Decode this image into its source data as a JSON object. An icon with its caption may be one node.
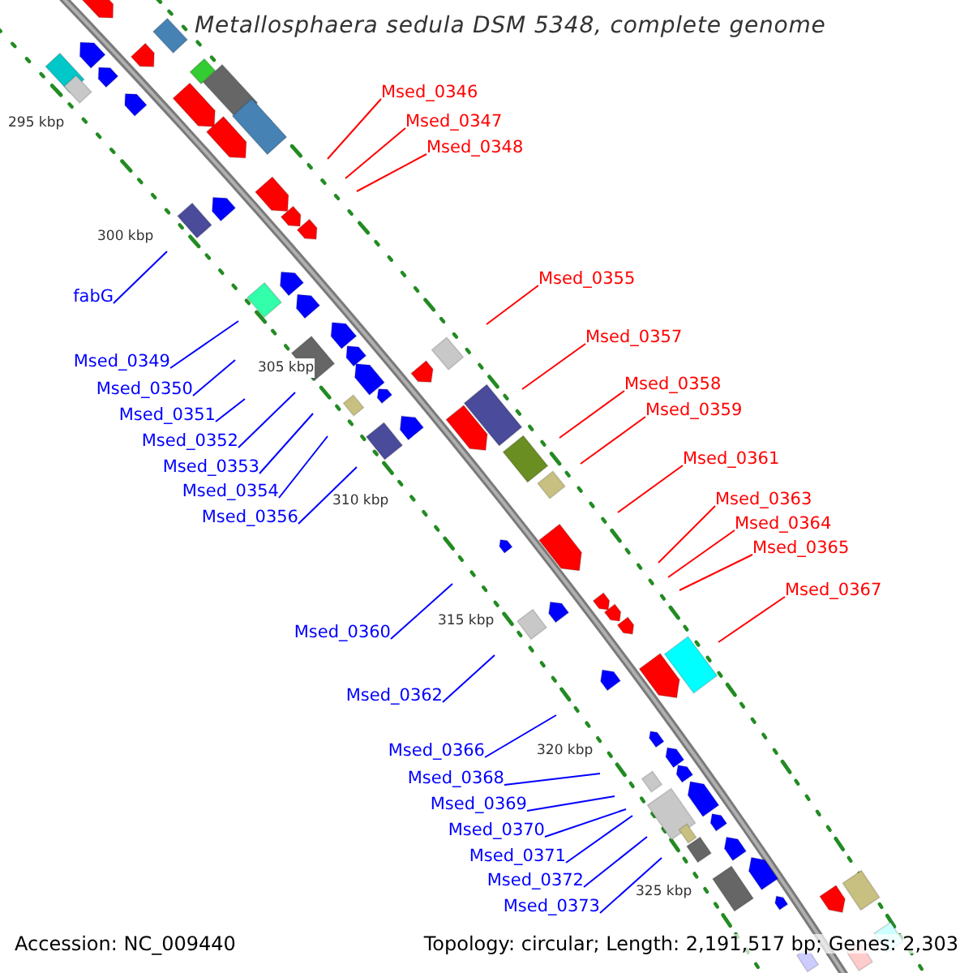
{
  "diagram": {
    "title": "Metallosphaera sedula DSM 5348, complete genome",
    "nodes": [
      {
        "text": [
          "Msed_0346"
        ]
      },
      {
        "text": [
          "Msed_0347"
        ]
      },
      {
        "text": [
          "Msed_0348"
        ]
      },
      {
        "text": [
          "Msed_0355"
        ]
      },
      {
        "text": [
          "fabG"
        ]
      },
      {
        "text": [
          "Msed_0357"
        ]
      },
      {
        "text": [
          "Msed_0349"
        ]
      },
      {
        "text": [
          "Msed_0358"
        ]
      },
      {
        "text": [
          "Msed_0350"
        ]
      },
      {
        "text": [
          "Msed_0359"
        ]
      },
      {
        "text": [
          "Msed_0351"
        ]
      },
      {
        "text": [
          "Msed_0352"
        ]
      },
      {
        "text": [
          "Msed_0361"
        ]
      },
      {
        "text": [
          "Msed_0353"
        ]
      },
      {
        "text": [
          "Msed_0354"
        ]
      },
      {
        "text": [
          "Msed_0363"
        ]
      },
      {
        "text": [
          "Msed_0356"
        ]
      },
      {
        "text": [
          "Msed_0364"
        ]
      },
      {
        "text": [
          "Msed_0365"
        ]
      },
      {
        "text": [
          "Msed_0367"
        ]
      },
      {
        "text": [
          "Msed_0360"
        ]
      },
      {
        "text": [
          "Msed_0362"
        ]
      },
      {
        "text": [
          "Msed_0366"
        ]
      },
      {
        "text": [
          "Msed_0368"
        ]
      },
      {
        "text": [
          "Msed_0369"
        ]
      },
      {
        "text": [
          "Msed_0370"
        ]
      },
      {
        "text": [
          "Msed_0371"
        ]
      },
      {
        "text": [
          "Msed_0372"
        ]
      },
      {
        "text": [
          "Msed_0373"
        ]
      }
    ],
    "edges": [
      {
        "from": 0,
        "to": null,
        "arrow": "none",
        "color": "#ff0000"
      },
      {
        "from": 1,
        "to": null,
        "arrow": "none",
        "color": "#ff0000"
      },
      {
        "from": 2,
        "to": null,
        "arrow": "none",
        "color": "#ff0000"
      },
      {
        "from": 3,
        "to": null,
        "arrow": "none",
        "color": "#ff0000"
      },
      {
        "from": 4,
        "to": null,
        "arrow": "none"
      },
      {
        "from": 5,
        "to": null,
        "arrow": "none",
        "color": "#ff0000"
      },
      {
        "from": 6,
        "to": null,
        "arrow": "none"
      },
      {
        "from": 7,
        "to": null,
        "arrow": "none",
        "color": "#ff0000"
      },
      {
        "from": 8,
        "to": null,
        "arrow": "none"
      },
      {
        "from": 9,
        "to": null,
        "arrow": "none",
        "color": "#ff0000"
      },
      {
        "from": 10,
        "to": null,
        "arrow": "none"
      },
      {
        "from": 11,
        "to": null,
        "arrow": "none"
      },
      {
        "from": 12,
        "to": null,
        "arrow": "none",
        "color": "#ff0000"
      },
      {
        "from": 13,
        "to": null,
        "arrow": "none"
      },
      {
        "from": 14,
        "to": null,
        "arrow": "none"
      },
      {
        "from": 15,
        "to": null,
        "arrow": "none",
        "color": "#ff0000"
      },
      {
        "from": 16,
        "to": null,
        "arrow": "none"
      },
      {
        "from": 17,
        "to": null,
        "arrow": "none",
        "color": "#ff0000"
      },
      {
        "from": 18,
        "to": null,
        "arrow": "none",
        "color": "#ff0000"
      },
      {
        "from": 19,
        "to": null,
        "arrow": "none",
        "color": "#ff0000"
      },
      {
        "from": 20,
        "to": null,
        "arrow": "none"
      },
      {
        "from": 21,
        "to": null,
        "arrow": "none"
      },
      {
        "from": 22,
        "to": null,
        "arrow": "none"
      },
      {
        "from": 23,
        "to": null,
        "arrow": "none"
      },
      {
        "from": 24,
        "to": null,
        "arrow": "none"
      },
      {
        "from": 25,
        "to": null,
        "arrow": "none"
      },
      {
        "from": 26,
        "to": null,
        "arrow": "none"
      },
      {
        "from": 27,
        "to": null,
        "arrow": "none"
      },
      {
        "from": 28,
        "to": null,
        "arrow": "none"
      }
    ],
    "labels": [
      "295 kbp",
      "300 kbp",
      "305 kbp",
      "310 kbp",
      "315 kbp",
      "320 kbp",
      "325 kbp",
      "Accession: NC_009440",
      "Topology: circular; Length: 2,191,517 bp; Genes: 2,303"
    ]
  }
}
